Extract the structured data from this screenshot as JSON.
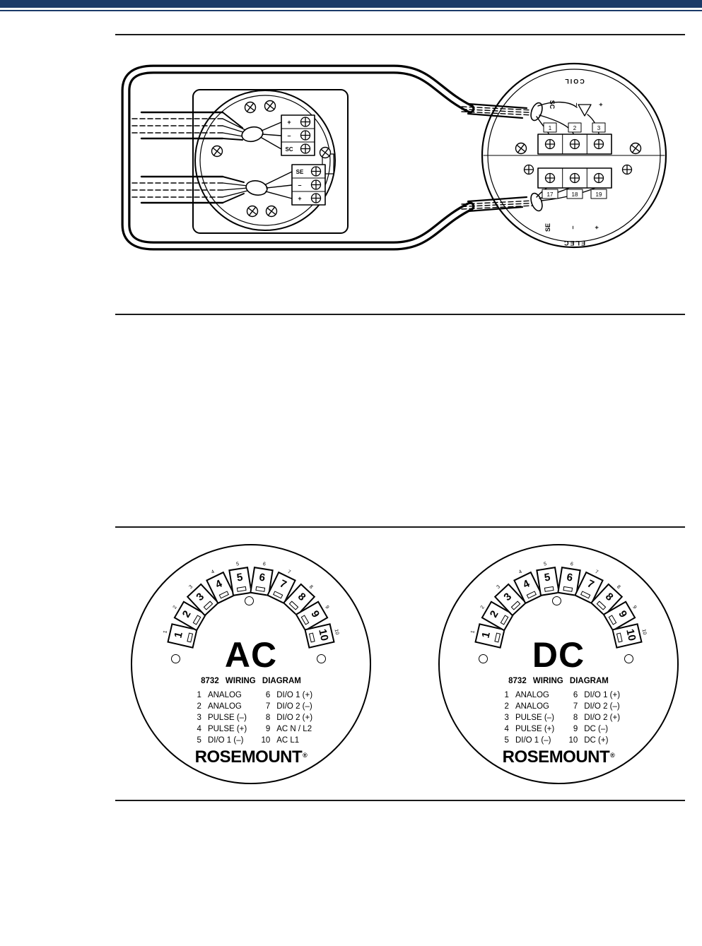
{
  "colors": {
    "header_bar": "#1b3a68",
    "rule": "#1a1a1a",
    "ink": "#000000"
  },
  "figure": {
    "junction_box": {
      "top_block": [
        "+",
        "–",
        "SC"
      ],
      "bottom_block": [
        "SE",
        "–",
        "+"
      ]
    },
    "transmitter": {
      "top_word": "COIL",
      "bottom_word": "ELEC",
      "top_terminal_labels": [
        "SC",
        "–",
        "+"
      ],
      "bottom_terminal_labels": [
        "SE",
        "–",
        "+"
      ],
      "top_terminal_numbers": [
        "1",
        "2",
        "3"
      ],
      "bottom_terminal_numbers": [
        "17",
        "18",
        "19"
      ]
    }
  },
  "labels": [
    {
      "title": "AC",
      "subtitle": "8732 WIRING DIAGRAM",
      "terminals": [
        "1",
        "2",
        "3",
        "4",
        "5",
        "6",
        "7",
        "8",
        "9",
        "10"
      ],
      "legend_left": [
        {
          "num": "1",
          "label": "ANALOG"
        },
        {
          "num": "2",
          "label": "ANALOG"
        },
        {
          "num": "3",
          "label": "PULSE (–)"
        },
        {
          "num": "4",
          "label": "PULSE (+)"
        },
        {
          "num": "5",
          "label": "DI/O 1 (–)"
        }
      ],
      "legend_right": [
        {
          "num": "6",
          "label": "DI/O 1 (+)"
        },
        {
          "num": "7",
          "label": "DI/O 2 (–)"
        },
        {
          "num": "8",
          "label": "DI/O 2 (+)"
        },
        {
          "num": "9",
          "label": "AC N / L2"
        },
        {
          "num": "10",
          "label": "AC L1"
        }
      ],
      "brand": "ROSEMOUNT",
      "brand_reg": "®"
    },
    {
      "title": "DC",
      "subtitle": "8732 WIRING DIAGRAM",
      "terminals": [
        "1",
        "2",
        "3",
        "4",
        "5",
        "6",
        "7",
        "8",
        "9",
        "10"
      ],
      "legend_left": [
        {
          "num": "1",
          "label": "ANALOG"
        },
        {
          "num": "2",
          "label": "ANALOG"
        },
        {
          "num": "3",
          "label": "PULSE (–)"
        },
        {
          "num": "4",
          "label": "PULSE (+)"
        },
        {
          "num": "5",
          "label": "DI/O 1 (–)"
        }
      ],
      "legend_right": [
        {
          "num": "6",
          "label": "DI/O 1 (+)"
        },
        {
          "num": "7",
          "label": "DI/O 2 (–)"
        },
        {
          "num": "8",
          "label": "DI/O 2 (+)"
        },
        {
          "num": "9",
          "label": "DC (–)"
        },
        {
          "num": "10",
          "label": "DC (+)"
        }
      ],
      "brand": "ROSEMOUNT",
      "brand_reg": "®"
    }
  ]
}
